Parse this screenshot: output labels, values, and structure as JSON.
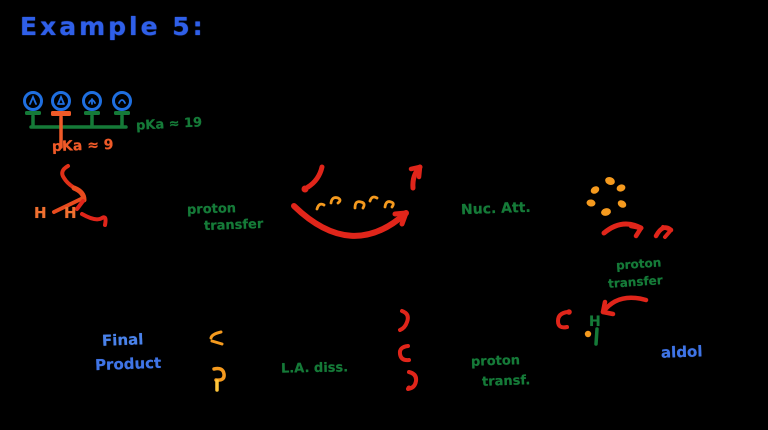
{
  "colors": {
    "background": "#000000",
    "blue_title": "#2f5fe8",
    "blue_label": "#4a82ea",
    "green_label": "#157a38",
    "orange_accent": "#f59a1e",
    "orange_text": "#f05a28",
    "red_arrow": "#e0251a"
  },
  "title": "Example 5:",
  "pka_diagram": {
    "major_label": "pKa ≈ 19",
    "minor_label": "pKa ≈ 9"
  },
  "molecule_left": {
    "h_left": "H",
    "h_right": "H"
  },
  "aldol_group": {
    "h": "H"
  },
  "steps": {
    "proton_transfer_1": [
      "proton",
      "transfer"
    ],
    "nuc_att": "Nuc. Att.",
    "proton_transfer_2": [
      "proton",
      "transfer"
    ],
    "proton_transf_3": [
      "proton",
      "transf."
    ],
    "la_diss": "L.A. diss.",
    "aldol": "aldol",
    "final_product": [
      "Final",
      "Product"
    ]
  }
}
